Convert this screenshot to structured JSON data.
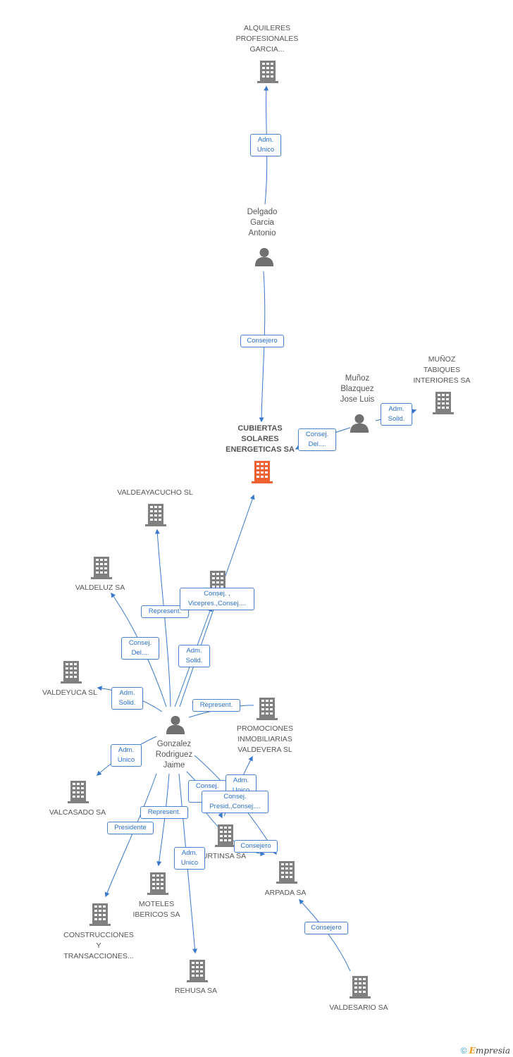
{
  "colors": {
    "edge": "#3a78cc",
    "company_icon": "#808080",
    "main_icon": "#f26132",
    "person_icon": "#707070",
    "label_text": "#555555"
  },
  "nodes": {
    "alquileres": {
      "label": "ALQUILERES\nPROFESIONALES\nGARCIA...",
      "icon": "building-icon"
    },
    "delgado": {
      "label": "Delgado\nGarcia\nAntonio",
      "icon": "person-icon"
    },
    "cubiertas": {
      "label": "CUBIERTAS\nSOLARES\nENERGETICAS SA",
      "icon": "building-icon"
    },
    "munoz_person": {
      "label": "Muñoz\nBlazquez\nJose Luis",
      "icon": "person-icon"
    },
    "munoz_tabiques": {
      "label": "MUÑOZ\nTABIQUES\nINTERIORES SA",
      "icon": "building-icon"
    },
    "valdeayacucho": {
      "label": "VALDEAYACUCHO SL",
      "icon": "building-icon"
    },
    "valdeluz": {
      "label": "VALDELUZ SA",
      "icon": "building-icon"
    },
    "valdeyuca": {
      "label": "VALDEYUCA SL",
      "icon": "building-icon"
    },
    "gonzalez": {
      "label": "Gonzalez\nRodriguez\nJaime",
      "icon": "person-icon"
    },
    "promociones": {
      "label": "PROMOCIONES\nINMOBILIARIAS\nVALDEVERA SL",
      "icon": "building-icon"
    },
    "valcasado": {
      "label": "VALCASADO SA",
      "icon": "building-icon"
    },
    "urtinsa": {
      "label": "URTINSA SA",
      "icon": "building-icon"
    },
    "arpada": {
      "label": "ARPADA SA",
      "icon": "building-icon"
    },
    "moteles": {
      "label": "MOTELES\nIBERICOS SA",
      "icon": "building-icon"
    },
    "construcciones": {
      "label": "CONSTRUCCIONES\nY\nTRANSACCIONES...",
      "icon": "building-icon"
    },
    "rehusa": {
      "label": "REHUSA SA",
      "icon": "building-icon"
    },
    "valdesario": {
      "label": "VALDESARIO SA",
      "icon": "building-icon"
    },
    "hidden_company": {
      "label": "",
      "icon": "building-icon"
    }
  },
  "edges": [
    {
      "label": "Adm.\nUnico"
    },
    {
      "label": "Consejero"
    },
    {
      "label": "Consej.\nDel...."
    },
    {
      "label": "Adm.\nSolid."
    },
    {
      "label": "Represent."
    },
    {
      "label": "Consej. ,\nVicepres.,Consej...."
    },
    {
      "label": "Consej.\nDel...."
    },
    {
      "label": "Adm.\nSolid."
    },
    {
      "label": "Adm.\nSolid."
    },
    {
      "label": "Represent."
    },
    {
      "label": "Adm.\nUnico"
    },
    {
      "label": "Represent."
    },
    {
      "label": "Presidente"
    },
    {
      "label": "Consej.\nD..."
    },
    {
      "label": "Adm.\nUnico"
    },
    {
      "label": "Consej.\nPresid.,Consej...."
    },
    {
      "label": "Consejero"
    },
    {
      "label": "Adm.\nUnico"
    },
    {
      "label": "Consejero"
    }
  ],
  "footer": {
    "copyright": "©",
    "brand_first": "E",
    "brand_rest": "mpresia"
  }
}
